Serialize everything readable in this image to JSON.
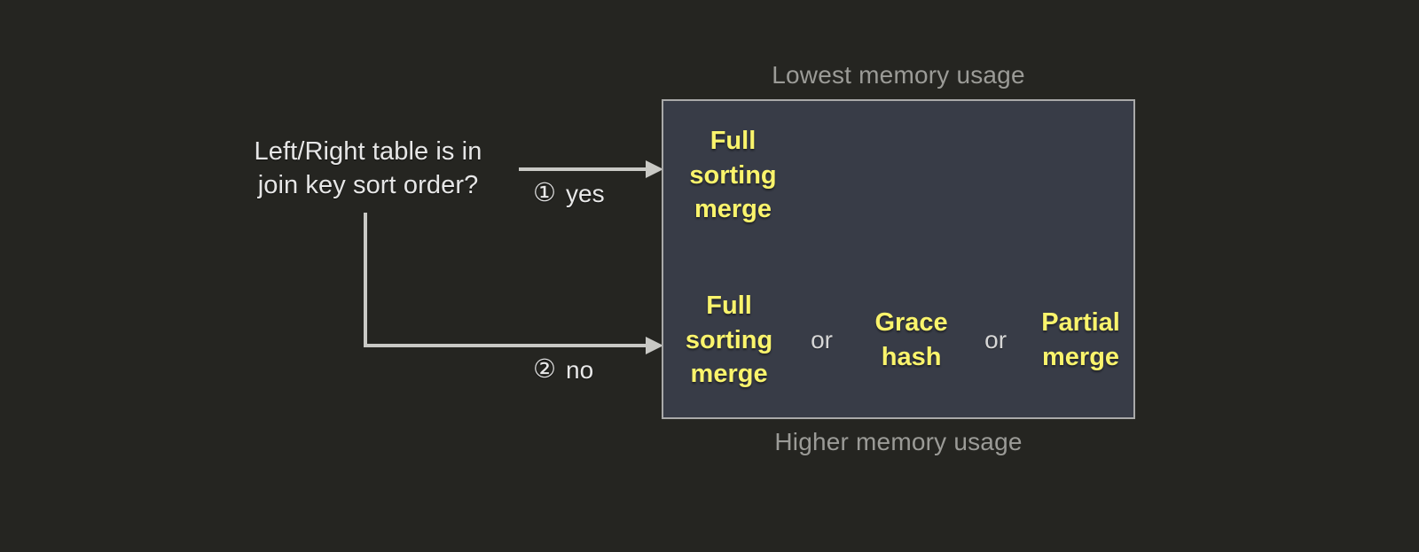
{
  "diagram": {
    "question": {
      "line1": "Left/Right table is in",
      "line2": "join key sort order?"
    },
    "branches": [
      {
        "marker": "①",
        "label": "yes"
      },
      {
        "marker": "②",
        "label": "no"
      }
    ],
    "captions": {
      "top": "Lowest memory usage",
      "bottom": "Higher memory usage"
    },
    "separator": "or",
    "rows": [
      {
        "options": [
          {
            "text": "Full\nsorting\nmerge"
          }
        ]
      },
      {
        "options": [
          {
            "text": "Full\nsorting\nmerge"
          },
          {
            "text": "Grace\nhash"
          },
          {
            "text": "Partial\nmerge"
          }
        ]
      }
    ],
    "colors": {
      "background": "#252521",
      "box_fill": "#383c47",
      "box_border": "#a9a9a9",
      "strategy_text": "#faf46c",
      "body_text": "#e6e6e6",
      "caption_text": "#9b9b97",
      "connector": "#c9c9c5"
    }
  }
}
